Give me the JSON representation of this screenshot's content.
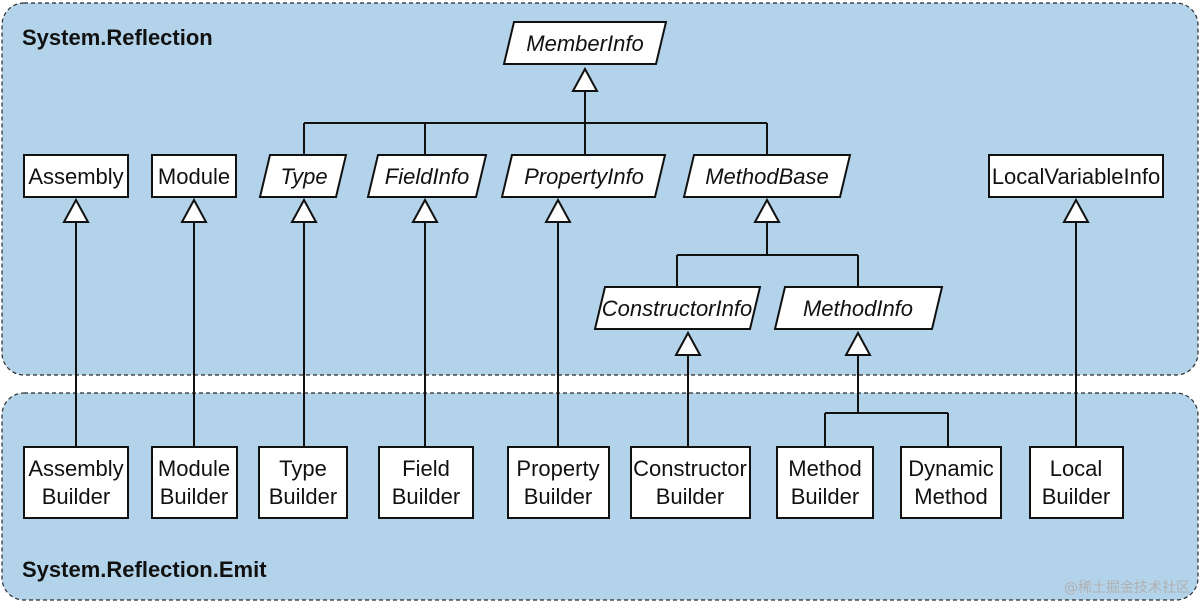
{
  "regions": {
    "reflection_label": "System.Reflection",
    "emit_label": "System.Reflection.Emit"
  },
  "nodes": {
    "member_info": "MemberInfo",
    "assembly": "Assembly",
    "module": "Module",
    "type": "Type",
    "field_info": "FieldInfo",
    "property_info": "PropertyInfo",
    "method_base": "MethodBase",
    "local_variable_info": "LocalVariableInfo",
    "constructor_info": "ConstructorInfo",
    "method_info": "MethodInfo",
    "assembly_builder": [
      "Assembly",
      "Builder"
    ],
    "module_builder": [
      "Module",
      "Builder"
    ],
    "type_builder": [
      "Type",
      "Builder"
    ],
    "field_builder": [
      "Field",
      "Builder"
    ],
    "property_builder": [
      "Property",
      "Builder"
    ],
    "constructor_builder": [
      "Constructor",
      "Builder"
    ],
    "method_builder": [
      "Method",
      "Builder"
    ],
    "dynamic_method": [
      "Dynamic",
      "Method"
    ],
    "local_builder": [
      "Local",
      "Builder"
    ]
  },
  "watermark": "@稀土掘金技术社区",
  "colors": {
    "region_fill": "#b3d3ea",
    "box_fill": "#ffffff",
    "stroke": "#111111"
  }
}
